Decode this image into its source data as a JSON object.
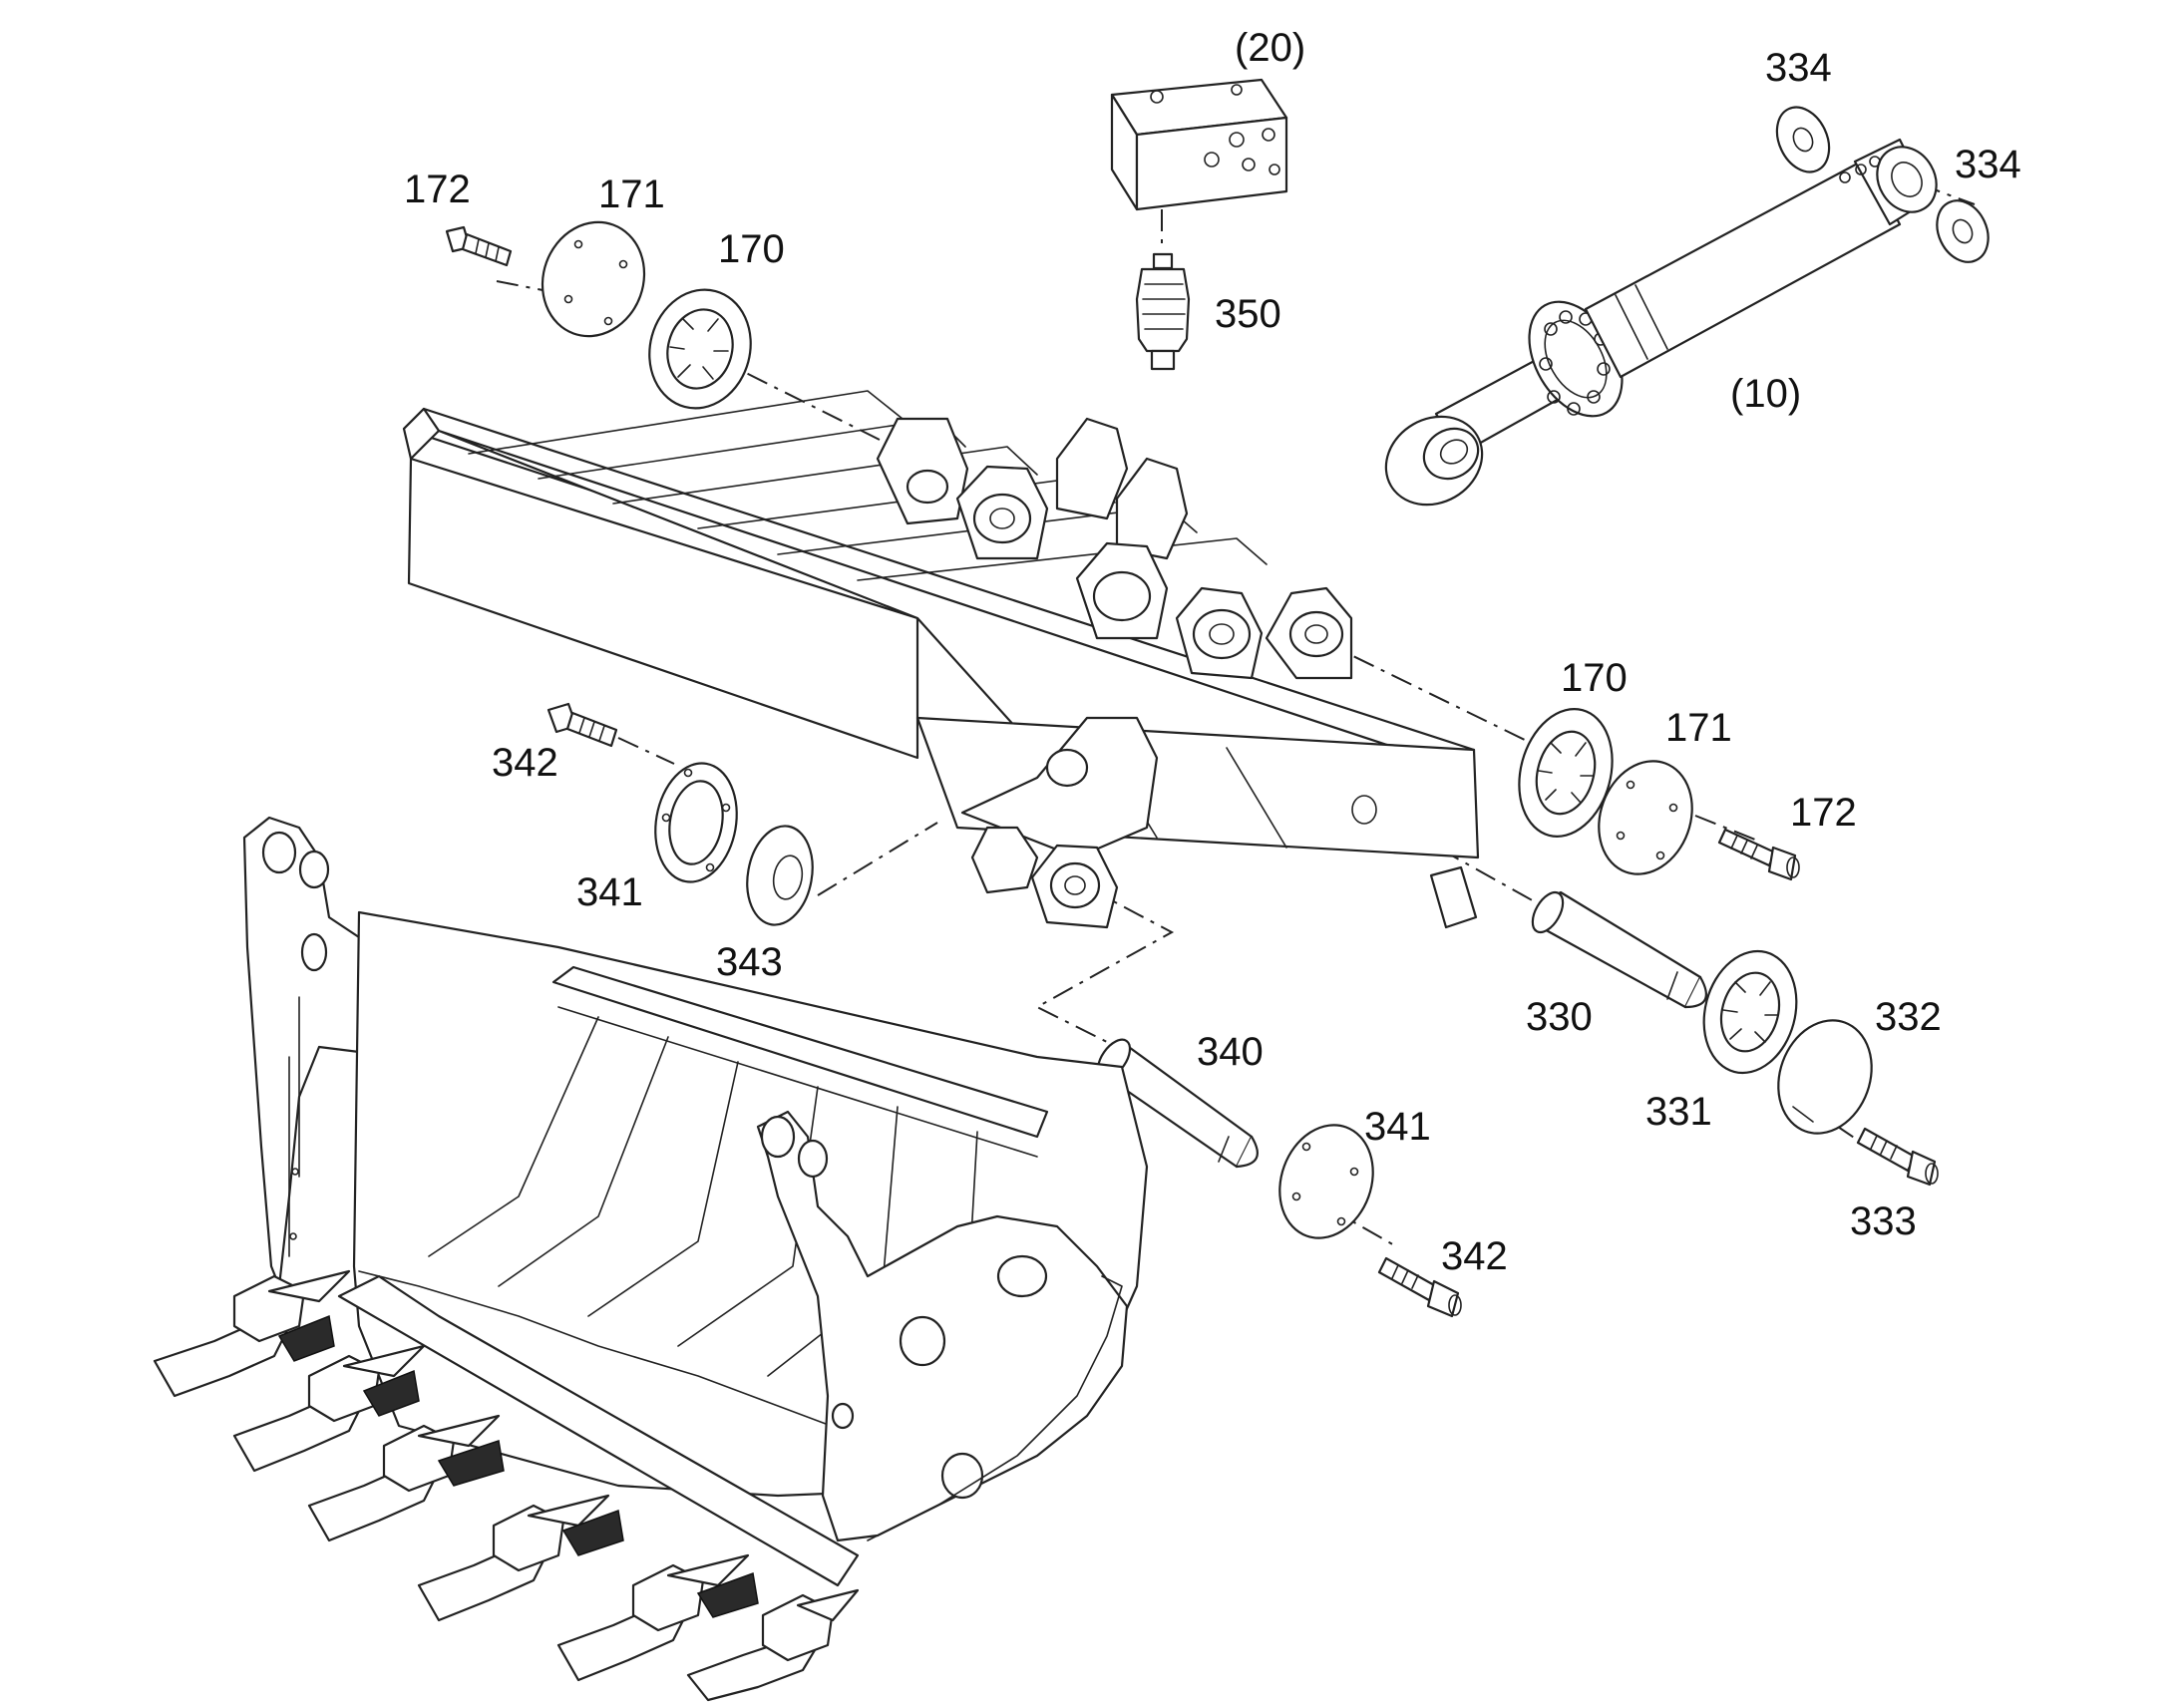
{
  "labels": {
    "assembly_20": "(20)",
    "part_334_top": "334",
    "part_334_right": "334",
    "part_172_top": "172",
    "part_171_top": "171",
    "part_170_top": "170",
    "part_350": "350",
    "assembly_10": "(10)",
    "part_170_right": "170",
    "part_171_right": "171",
    "part_172_right": "172",
    "part_342_left": "342",
    "part_341_left": "341",
    "part_343": "343",
    "part_330": "330",
    "part_332": "332",
    "part_331": "331",
    "part_333": "333",
    "part_340": "340",
    "part_341_bottom": "341",
    "part_342_bottom": "342"
  },
  "colors": {
    "line": "#222222",
    "background": "#ffffff"
  }
}
